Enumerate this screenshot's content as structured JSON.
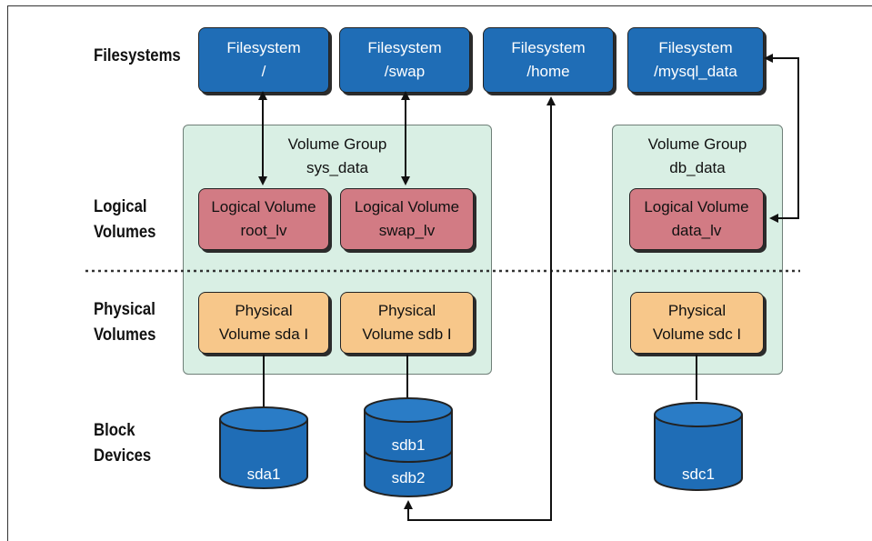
{
  "row_labels": {
    "filesystems": "Filesystems",
    "logical_volumes_1": "Logical",
    "logical_volumes_2": "Volumes",
    "physical_volumes_1": "Physical",
    "physical_volumes_2": "Volumes",
    "block_devices_1": "Block",
    "block_devices_2": "Devices"
  },
  "filesystems": [
    {
      "line1": "Filesystem",
      "line2": "/"
    },
    {
      "line1": "Filesystem",
      "line2": "/swap"
    },
    {
      "line1": "Filesystem",
      "line2": "/home"
    },
    {
      "line1": "Filesystem",
      "line2": "/mysql_data"
    }
  ],
  "volume_groups": [
    {
      "line1": "Volume Group",
      "line2": "sys_data"
    },
    {
      "line1": "Volume Group",
      "line2": "db_data"
    }
  ],
  "logical_volumes": [
    {
      "line1": "Logical Volume",
      "line2": "root_lv"
    },
    {
      "line1": "Logical Volume",
      "line2": "swap_lv"
    },
    {
      "line1": "Logical Volume",
      "line2": "data_lv"
    }
  ],
  "physical_volumes": [
    {
      "line1": "Physical",
      "line2": "Volume sda I"
    },
    {
      "line1": "Physical",
      "line2": "Volume sdb I"
    },
    {
      "line1": "Physical",
      "line2": "Volume sdc I"
    }
  ],
  "block_devices": {
    "sda1": "sda1",
    "sdb1": "sdb1",
    "sdb2": "sdb2",
    "sdc1": "sdc1"
  },
  "colors": {
    "filesystem": "#1f6db6",
    "logical_volume": "#d27b84",
    "physical_volume": "#f7c78a",
    "volume_group": "#d9efe4",
    "disk": "#1f6db6"
  }
}
